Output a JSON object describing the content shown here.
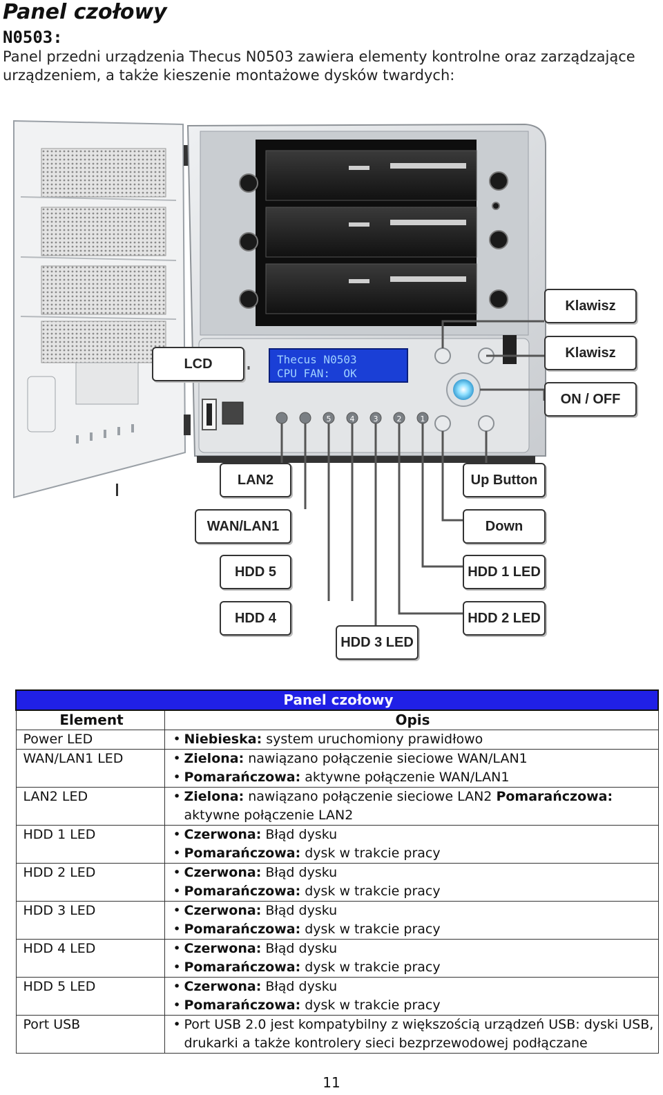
{
  "header": {
    "title": "Panel czołowy",
    "model": "N0503:",
    "description": "Panel przedni urządzenia Thecus N0503 zawiera elementy kontrolne oraz zarządzające urządzeniem, a także kieszenie montażowe dysków twardych:"
  },
  "diagram": {
    "lcd_screen": {
      "line1": "Thecus N0503",
      "line2": "CPU FAN:  OK"
    },
    "led_numbers": [
      "5",
      "4",
      "3",
      "2",
      "1"
    ],
    "callouts": {
      "klawisz_top": "Klawisz",
      "klawisz_mid": "Klawisz",
      "on_off": "ON / OFF",
      "lcd": "LCD",
      "lan2": "LAN2",
      "up_button": "Up Button",
      "wan_lan1": "WAN/LAN1",
      "down": "Down",
      "hdd5": "HDD 5",
      "hdd1_led": "HDD 1 LED",
      "hdd4": "HDD 4",
      "hdd2_led": "HDD 2 LED",
      "hdd3_led": "HDD 3 LED"
    },
    "colors": {
      "lcd_bg": "#1a3fd6",
      "lcd_text": "#9fd0ff",
      "power_glow": "#6fd4ff",
      "chassis": "#d9dcdf"
    }
  },
  "table": {
    "banner": "Panel czołowy",
    "col_element": "Element",
    "col_opis": "Opis",
    "rows": [
      {
        "element": "Power LED",
        "items": [
          {
            "label": "Niebieska:",
            "text": " system uruchomiony prawidłowo"
          }
        ]
      },
      {
        "element": "WAN/LAN1 LED",
        "items": [
          {
            "label": "Zielona:",
            "text": " nawiązano połączenie sieciowe WAN/LAN1"
          },
          {
            "label": "Pomarańczowa:",
            "text": " aktywne połączenie WAN/LAN1"
          }
        ]
      },
      {
        "element": "LAN2 LED",
        "items": [
          {
            "label": "Zielona:",
            "text": " nawiązano połączenie sieciowe LAN2 ",
            "label2": "Pomarańczowa:",
            "text2": " aktywne połączenie LAN2"
          }
        ]
      },
      {
        "element": "HDD 1 LED",
        "items": [
          {
            "label": "Czerwona:",
            "text": " Błąd dysku"
          },
          {
            "label": "Pomarańczowa:",
            "text": " dysk w trakcie pracy"
          }
        ]
      },
      {
        "element": "HDD 2 LED",
        "items": [
          {
            "label": "Czerwona:",
            "text": " Błąd dysku"
          },
          {
            "label": "Pomarańczowa:",
            "text": " dysk w trakcie pracy"
          }
        ]
      },
      {
        "element": "HDD 3 LED",
        "items": [
          {
            "label": "Czerwona:",
            "text": " Błąd dysku"
          },
          {
            "label": "Pomarańczowa:",
            "text": " dysk w trakcie pracy"
          }
        ]
      },
      {
        "element": "HDD 4 LED",
        "items": [
          {
            "label": "Czerwona:",
            "text": " Błąd dysku"
          },
          {
            "label": "Pomarańczowa:",
            "text": " dysk w trakcie pracy"
          }
        ]
      },
      {
        "element": "HDD 5 LED",
        "items": [
          {
            "label": "Czerwona:",
            "text": " Błąd dysku"
          },
          {
            "label": "Pomarańczowa:",
            "text": " dysk w trakcie pracy"
          }
        ]
      },
      {
        "element": "Port USB",
        "items": [
          {
            "label": "",
            "text": "Port USB 2.0 jest kompatybilny z większością urządzeń USB: dyski USB, drukarki a także kontrolery sieci bezprzewodowej podłączane"
          }
        ]
      }
    ]
  },
  "page_number": "11"
}
